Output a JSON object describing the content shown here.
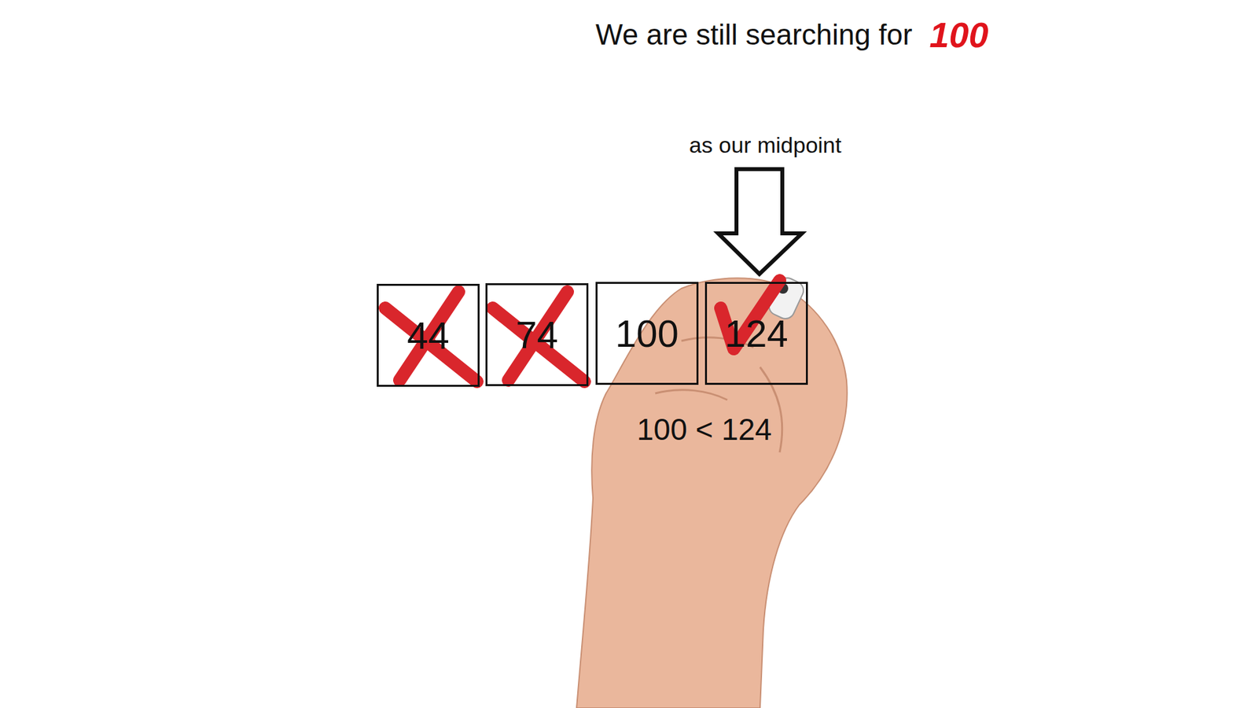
{
  "diagram": {
    "title": "We are still searching for",
    "nodes": [
      {
        "text": [
          "44"
        ]
      },
      {
        "text": [
          "74"
        ]
      },
      {
        "text": [
          "100"
        ]
      },
      {
        "text": [
          "124"
        ]
      }
    ],
    "labels": [
      "100",
      "as our midpoint",
      "100 < 124"
    ]
  }
}
